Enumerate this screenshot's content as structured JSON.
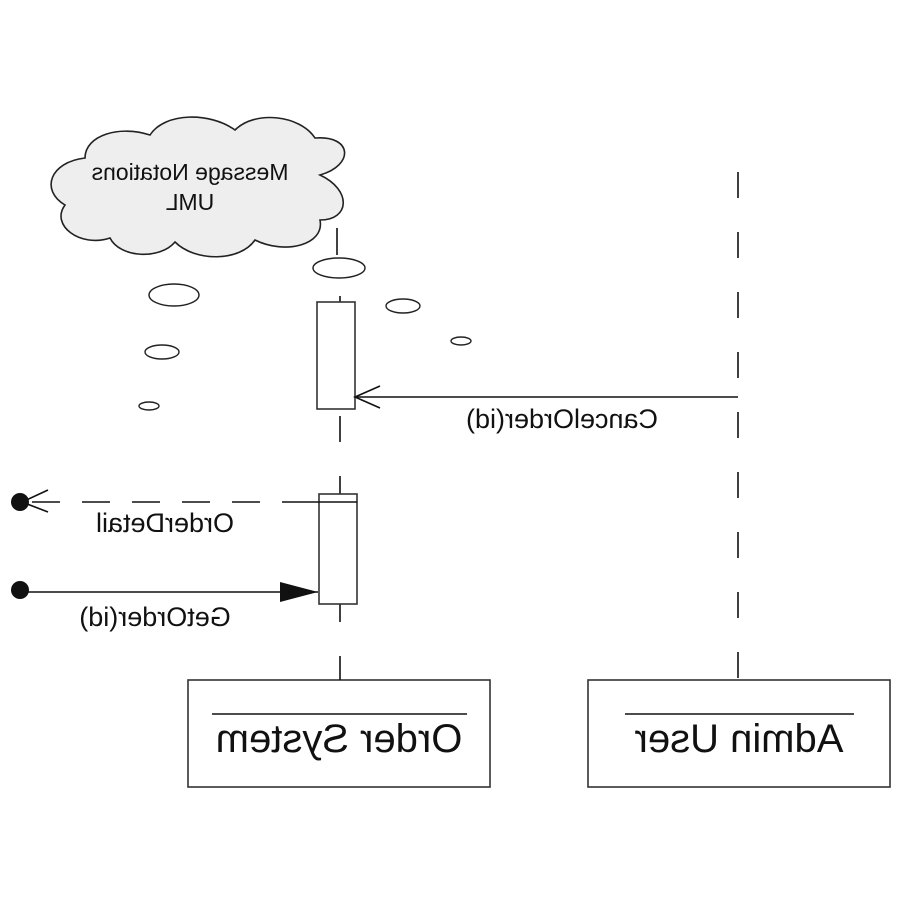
{
  "note": {
    "line1": "Message Notations",
    "line2": "UML"
  },
  "lifelines": {
    "order_system": "Order System",
    "admin_user": "Admin User"
  },
  "messages": {
    "cancel_order": "CancelOrder(id)",
    "order_detail": "OrderDetail",
    "get_order": "GetOrder(id)"
  },
  "colors": {
    "stroke": "#111111",
    "cloud_fill": "#eeeeee"
  }
}
